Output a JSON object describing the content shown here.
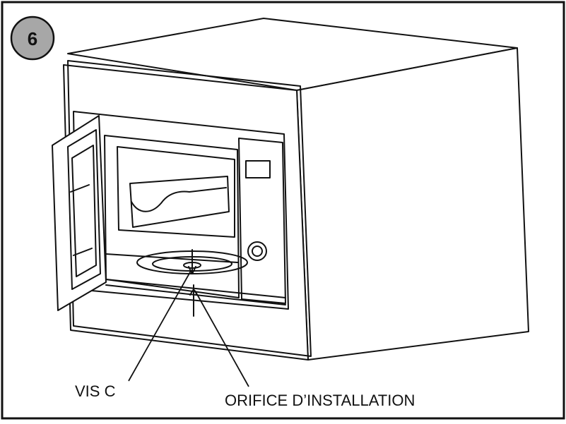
{
  "step": {
    "number": "6"
  },
  "callouts": {
    "screw_label": "VIS C",
    "hole_label": "ORIFICE D’INSTALLATION"
  },
  "colors": {
    "badge_fill": "#a7a7a7",
    "line": "#111111",
    "background": "#ffffff"
  }
}
